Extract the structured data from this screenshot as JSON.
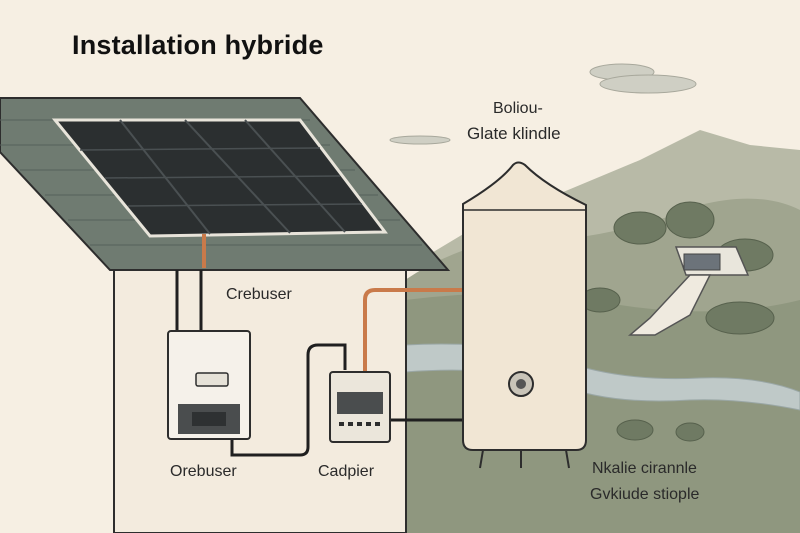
{
  "title": "Installation hybride",
  "labels": {
    "tank_line1": "Boliou-",
    "tank_line2": "Glate klindle",
    "inverter_top": "Crebuser",
    "inverter_bottom": "Orebuser",
    "meter": "Cadpier",
    "landscape_line1": "Nkalie cirannle",
    "landscape_line2": "Gvkiude stiople"
  },
  "colors": {
    "background": "#f6efe3",
    "roof": "#6e7a70",
    "solar_panel": "#2b2f30",
    "copper_pipe": "#c97a4a",
    "cable": "#1f1f1f",
    "tank": "#f1e6d4",
    "hills": "#a9ad98",
    "ground": "#8e957c",
    "river": "#bcc6c6"
  },
  "icons": [
    "solar-panel-icon",
    "inverter-icon",
    "meter-icon",
    "water-tank-icon",
    "solar-collector-icon",
    "tree-icon",
    "cloud-icon"
  ]
}
